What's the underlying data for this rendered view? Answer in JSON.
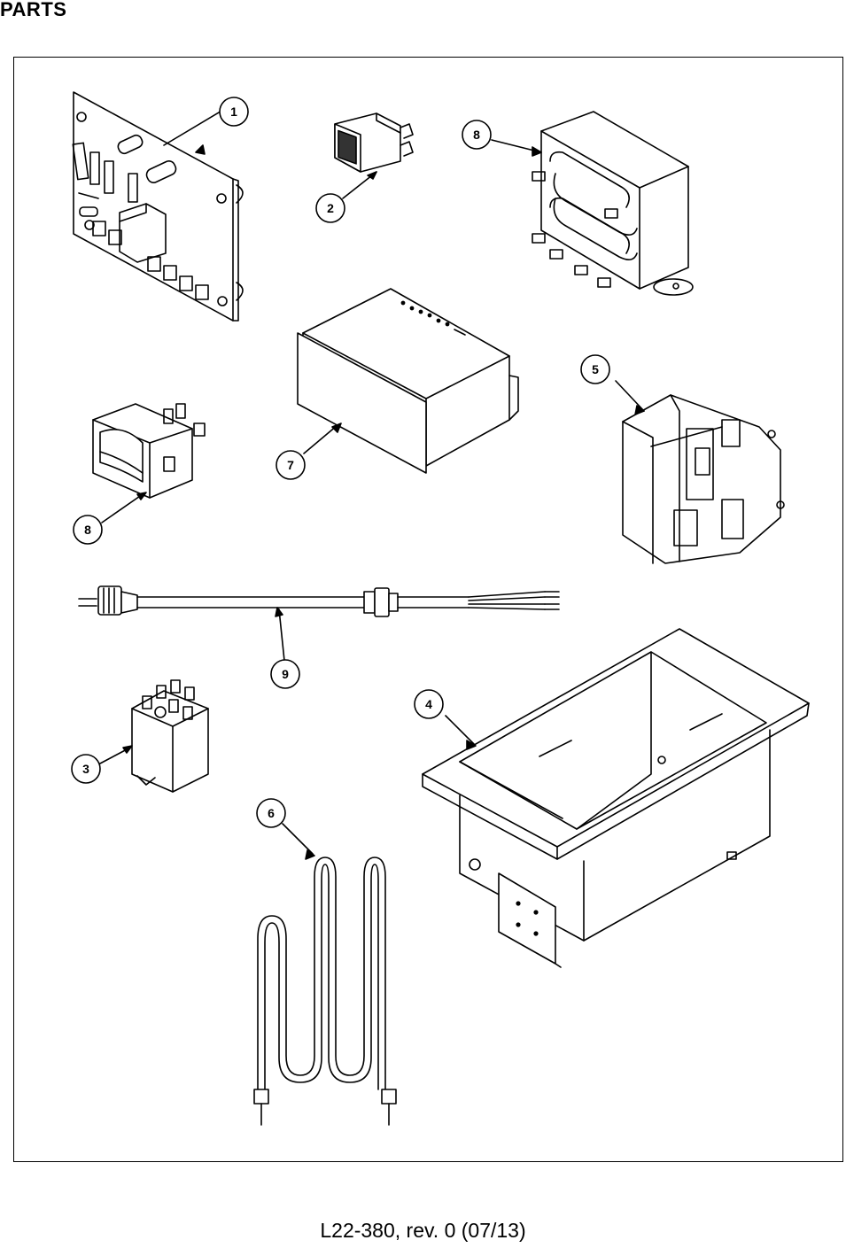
{
  "header": {
    "title": "PARTS"
  },
  "callouts": [
    {
      "id": "1",
      "part": "control-board"
    },
    {
      "id": "2",
      "part": "indicator-light"
    },
    {
      "id": "8",
      "part": "transformer"
    },
    {
      "id": "7",
      "part": "digital-controller"
    },
    {
      "id": "5",
      "part": "contactor"
    },
    {
      "id": "8",
      "part": "rocker-switch"
    },
    {
      "id": "9",
      "part": "power-cord"
    },
    {
      "id": "3",
      "part": "relay"
    },
    {
      "id": "4",
      "part": "well-pan"
    },
    {
      "id": "6",
      "part": "heating-element"
    }
  ],
  "footer": {
    "doc_ref": "L22-380, rev. 0 (07/13)"
  }
}
